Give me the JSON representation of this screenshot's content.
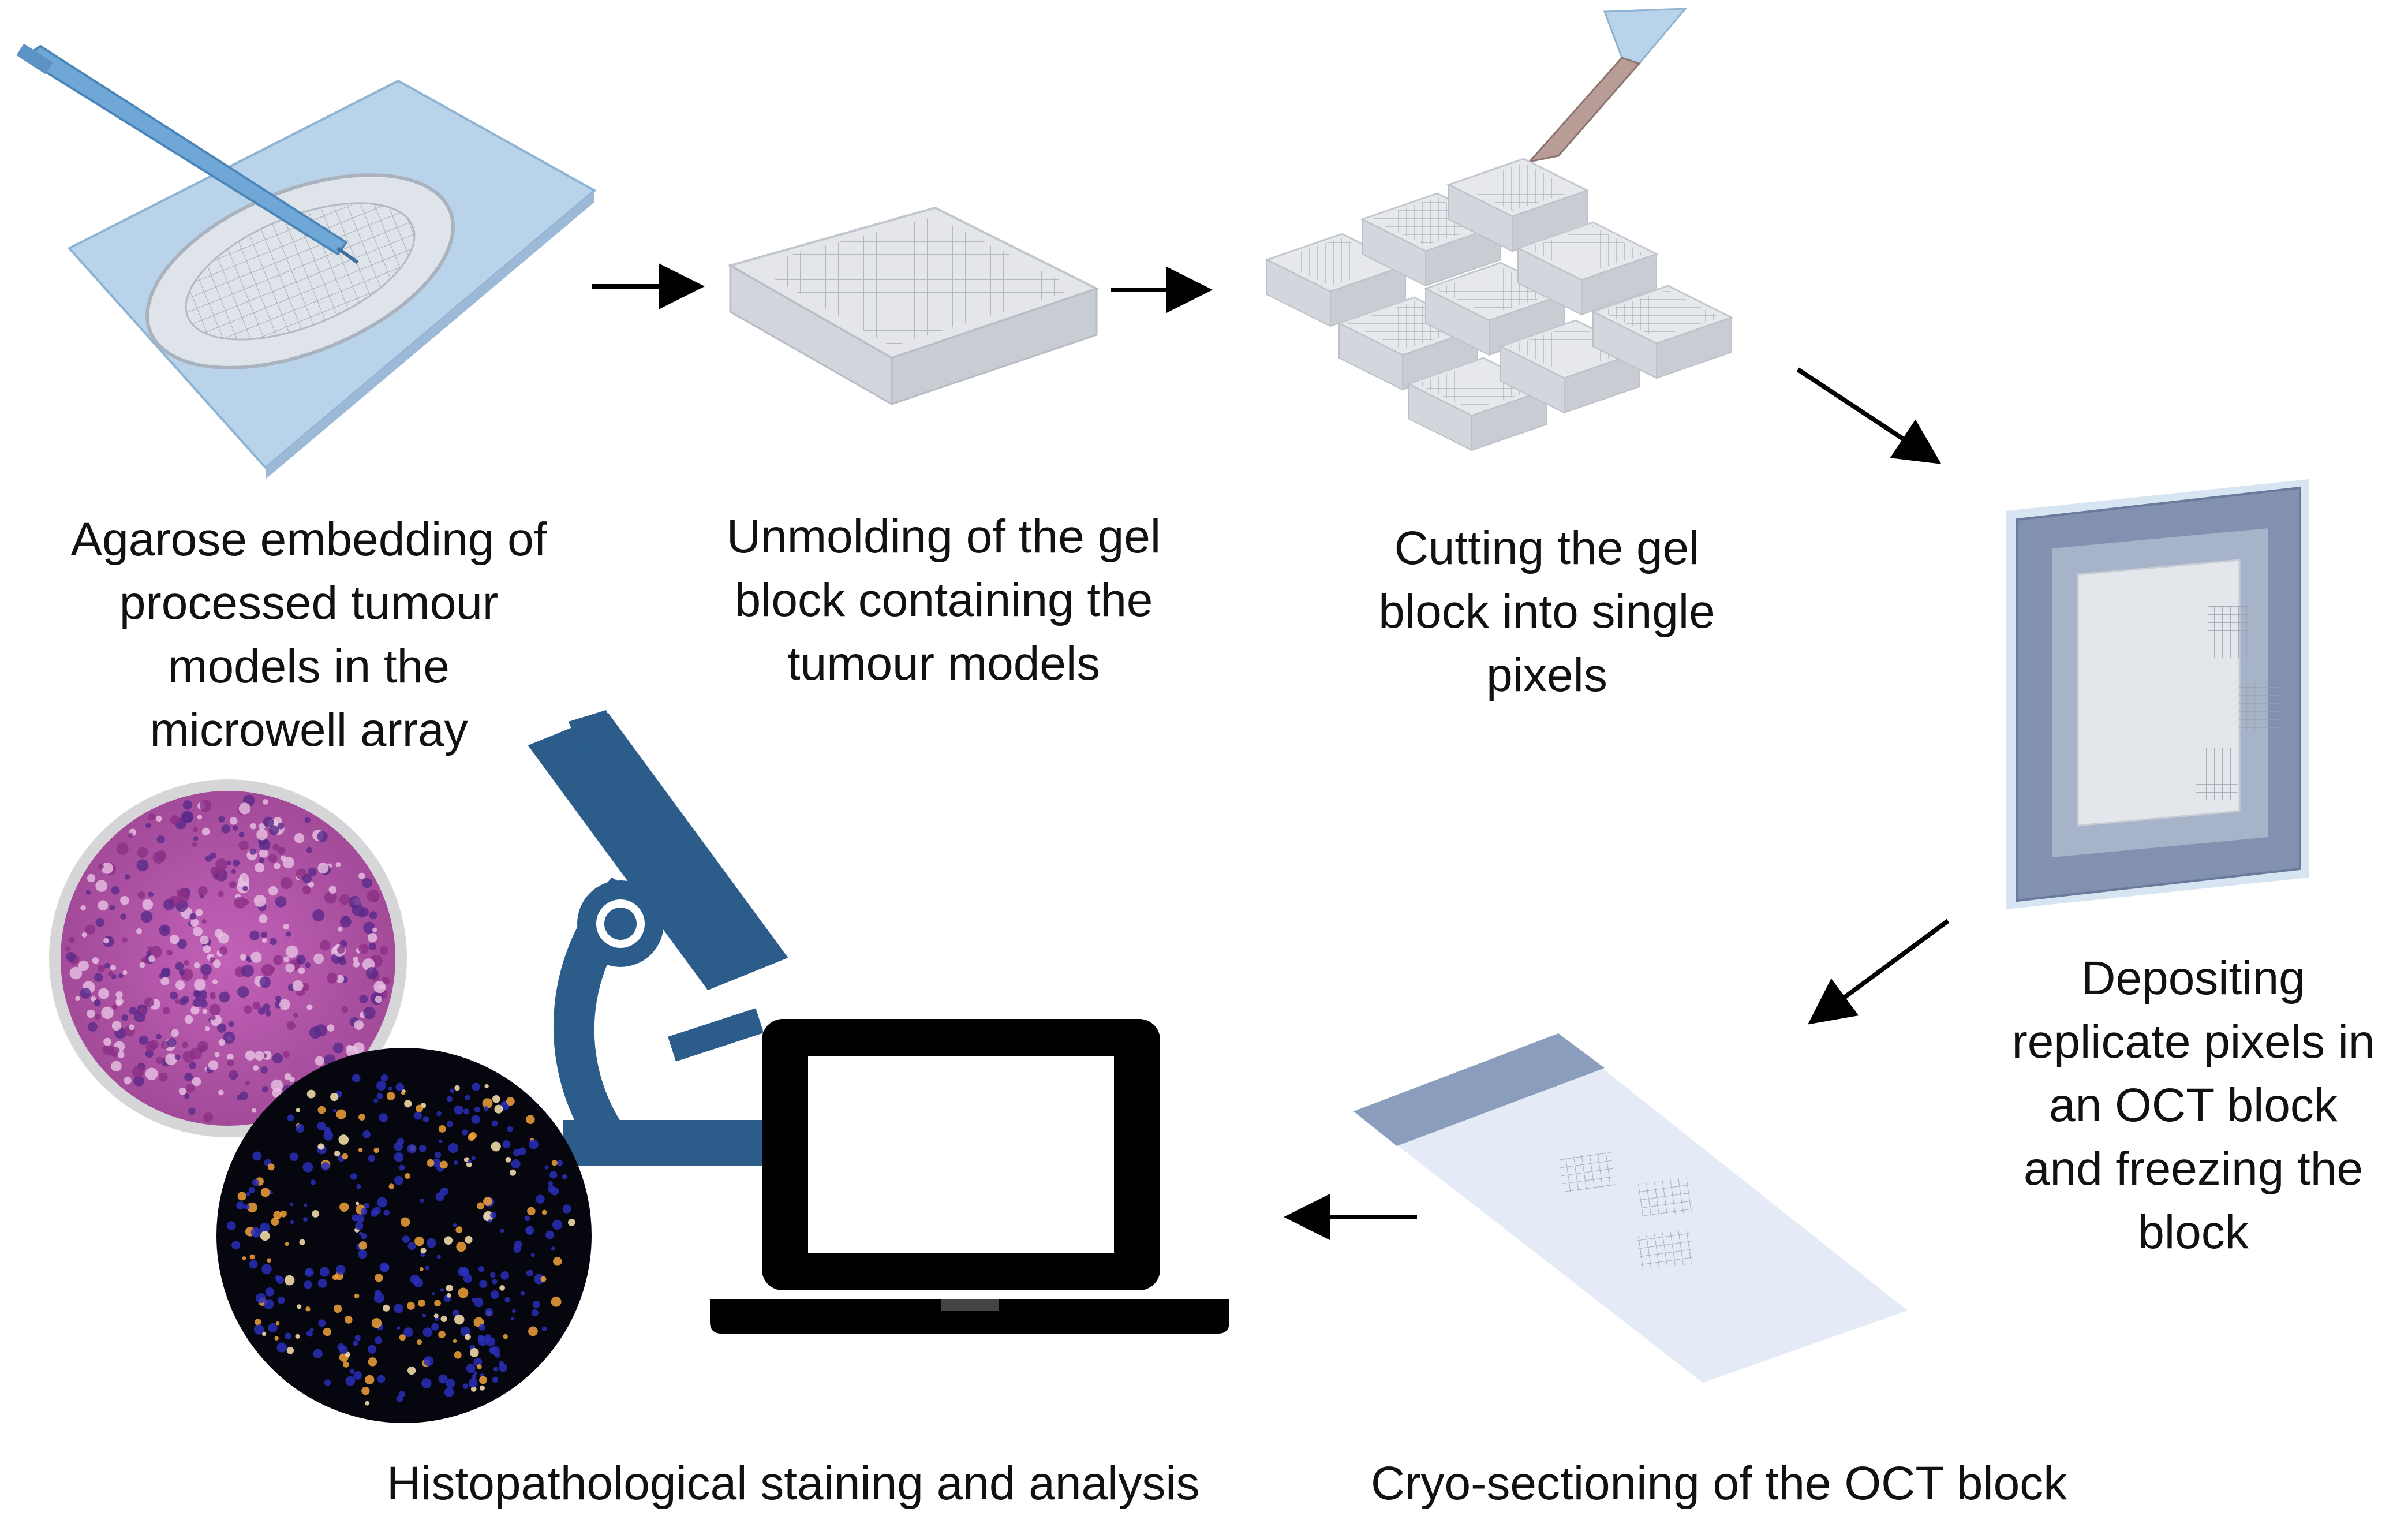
{
  "steps": [
    {
      "id": "agarose",
      "lines": [
        "Agarose embedding of",
        "processed tumour",
        "models in the",
        "microwell array"
      ]
    },
    {
      "id": "unmolding",
      "lines": [
        "Unmolding of the gel",
        "block containing the",
        "tumour models"
      ]
    },
    {
      "id": "cutting",
      "lines": [
        "Cutting the gel",
        "block into single",
        "pixels"
      ]
    },
    {
      "id": "depositing",
      "lines": [
        "Depositing",
        "replicate pixels in",
        "an OCT block",
        "and freezing the",
        "block"
      ]
    },
    {
      "id": "cryo",
      "lines": [
        "Cryo-sectioning of the OCT block"
      ]
    },
    {
      "id": "histo",
      "lines": [
        "Histopathological staining and analysis"
      ]
    }
  ],
  "colors": {
    "pipette": "#6fa8d6",
    "slide_blue": "#b9d3ea",
    "gel": "#e4e6ea",
    "oct_frame": "#7f8fb0",
    "microscope": "#2b5c8a",
    "laptop": "#000000",
    "he_stain": "#b34aa8",
    "fluor_dark": "#06060e"
  }
}
